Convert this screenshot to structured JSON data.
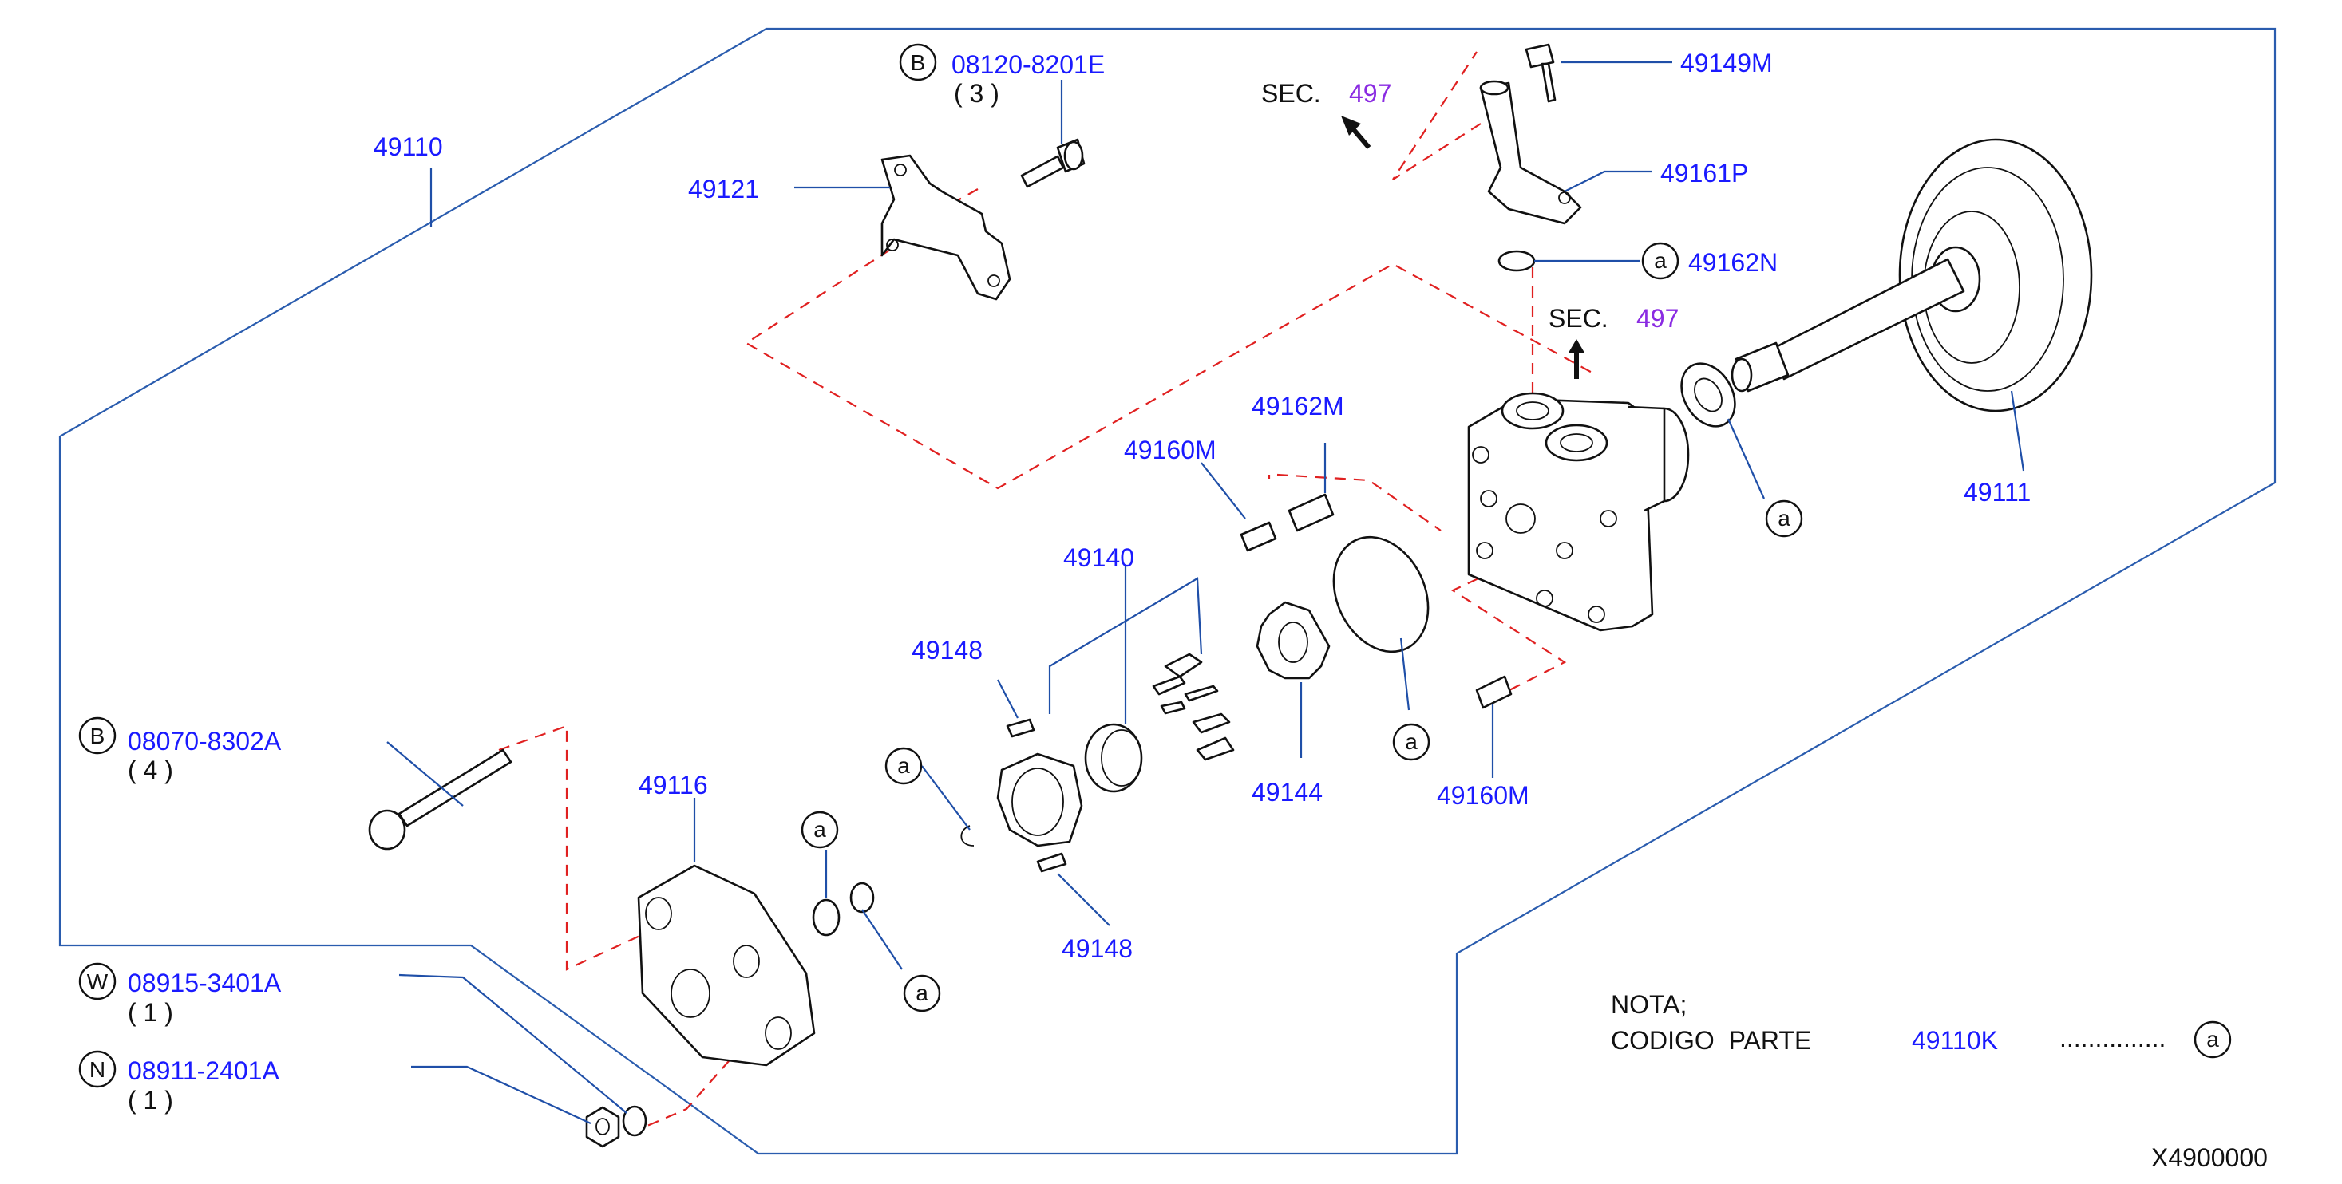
{
  "labels": {
    "p49110": "49110",
    "p49121": "49121",
    "bolt_b1_code": "08120-8201E",
    "bolt_b1_qty": "( 3 )",
    "sec_top_prefix": "SEC.",
    "sec_top_num": "497",
    "p49149m": "49149M",
    "p49161p": "49161P",
    "p49162n": "49162N",
    "sec_mid_prefix": "SEC.",
    "sec_mid_num": "497",
    "p49111": "49111",
    "p49162m": "49162M",
    "p49160m_top": "49160M",
    "p49140": "49140",
    "p49148_top": "49148",
    "p49144": "49144",
    "p49160m_bot": "49160M",
    "bolt_b2_code": "08070-8302A",
    "bolt_b2_qty": "( 4 )",
    "p49116": "49116",
    "p49148_bot": "49148",
    "washer_code": "08915-3401A",
    "washer_qty": "( 1 )",
    "nut_code": "08911-2401A",
    "nut_qty": "( 1 )"
  },
  "callouts": {
    "b": "B",
    "w": "W",
    "n": "N",
    "a": "a"
  },
  "nota": {
    "title": "NOTA;",
    "line": "CODIGO  PARTE",
    "part": "49110K",
    "dots": "...............",
    "marker": "a"
  },
  "diagram_id": "X4900000",
  "colors": {
    "label_blue": "#1a1aff",
    "section_purple": "#8a2be2",
    "frame_blue": "#2a5cae",
    "dash_red": "#e02020"
  }
}
